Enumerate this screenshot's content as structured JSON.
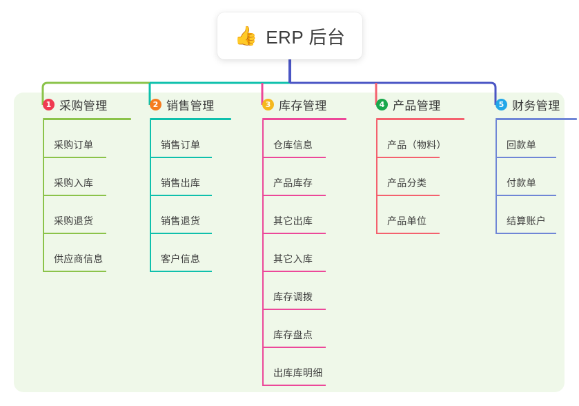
{
  "diagram": {
    "type": "mindmap",
    "canvas_background": "#ffffff",
    "panel_background": "#eff8e9"
  },
  "root": {
    "icon": "thumbs-up-icon",
    "emoji": "👍",
    "title": "ERP 后台",
    "box_color": "#ffffff",
    "stem_color": "#4a55c4"
  },
  "branches": [
    {
      "index": "1",
      "title": "采购管理",
      "badge_color": "#ef3b52",
      "line_color": "#8bc34a",
      "bus_color": "#8bc34a",
      "items": [
        {
          "label": "采购订单"
        },
        {
          "label": "采购入库"
        },
        {
          "label": "采购退货"
        },
        {
          "label": "供应商信息"
        }
      ]
    },
    {
      "index": "2",
      "title": "销售管理",
      "badge_color": "#f57c20",
      "line_color": "#0fc0ac",
      "bus_color": "#0fc0ac",
      "items": [
        {
          "label": "销售订单"
        },
        {
          "label": "销售出库"
        },
        {
          "label": "销售退货"
        },
        {
          "label": "客户信息"
        }
      ]
    },
    {
      "index": "3",
      "title": "库存管理",
      "badge_color": "#f5b81c",
      "line_color": "#ec4899",
      "bus_color": "#4a55c4",
      "items": [
        {
          "label": "仓库信息"
        },
        {
          "label": "产品库存"
        },
        {
          "label": "其它出库"
        },
        {
          "label": "其它入库"
        },
        {
          "label": "库存调拨"
        },
        {
          "label": "库存盘点"
        },
        {
          "label": "出库库明细"
        }
      ]
    },
    {
      "index": "4",
      "title": "产品管理",
      "badge_color": "#18a84c",
      "line_color": "#f4616e",
      "bus_color": "#4a55c4",
      "items": [
        {
          "label": "产品（物料）"
        },
        {
          "label": "产品分类"
        },
        {
          "label": "产品单位"
        }
      ]
    },
    {
      "index": "5",
      "title": "财务管理",
      "badge_color": "#22a7e8",
      "line_color": "#6f86d6",
      "bus_color": "#4a55c4",
      "items": [
        {
          "label": "回款单"
        },
        {
          "label": "付款单"
        },
        {
          "label": "结算账户"
        }
      ]
    }
  ]
}
